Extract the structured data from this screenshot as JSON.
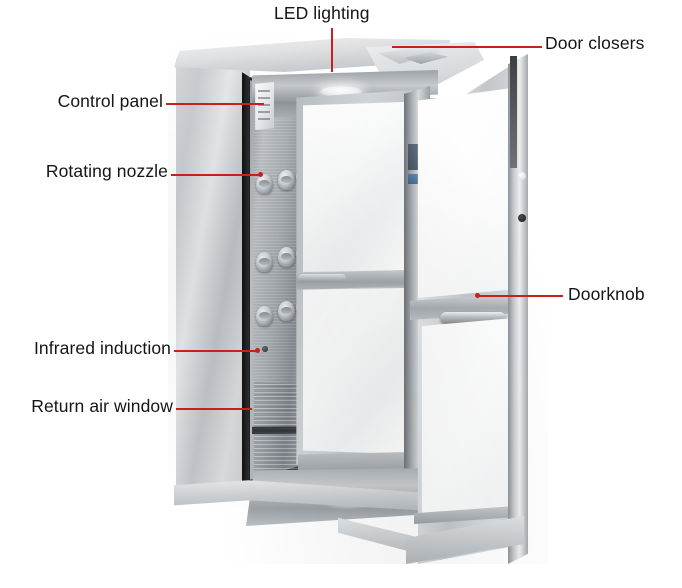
{
  "image": {
    "subject": "Air shower cleanroom chamber with open glass swing door",
    "background_color": "#ffffff",
    "leader_color": "#c9201d",
    "text_color": "#151515"
  },
  "callouts": [
    {
      "id": "led-lighting",
      "label": "LED lighting",
      "side": "top"
    },
    {
      "id": "door-closers",
      "label": "Door closers",
      "side": "right"
    },
    {
      "id": "control-panel",
      "label": "Control panel",
      "side": "left"
    },
    {
      "id": "rotating-nozzle",
      "label": "Rotating nozzle",
      "side": "left"
    },
    {
      "id": "doorknob",
      "label": "Doorknob",
      "side": "right"
    },
    {
      "id": "infrared-induction",
      "label": "Infrared induction",
      "side": "left"
    },
    {
      "id": "return-air-window",
      "label": "Return air window",
      "side": "left"
    }
  ],
  "parts": {
    "led_lighting": "LED lighting",
    "door_closers": "Door closers",
    "control_panel": "Control panel",
    "rotating_nozzle": "Rotating nozzle",
    "doorknob": "Doorknob",
    "infrared_induction": "Infrared induction",
    "return_air_window": "Return air window"
  }
}
